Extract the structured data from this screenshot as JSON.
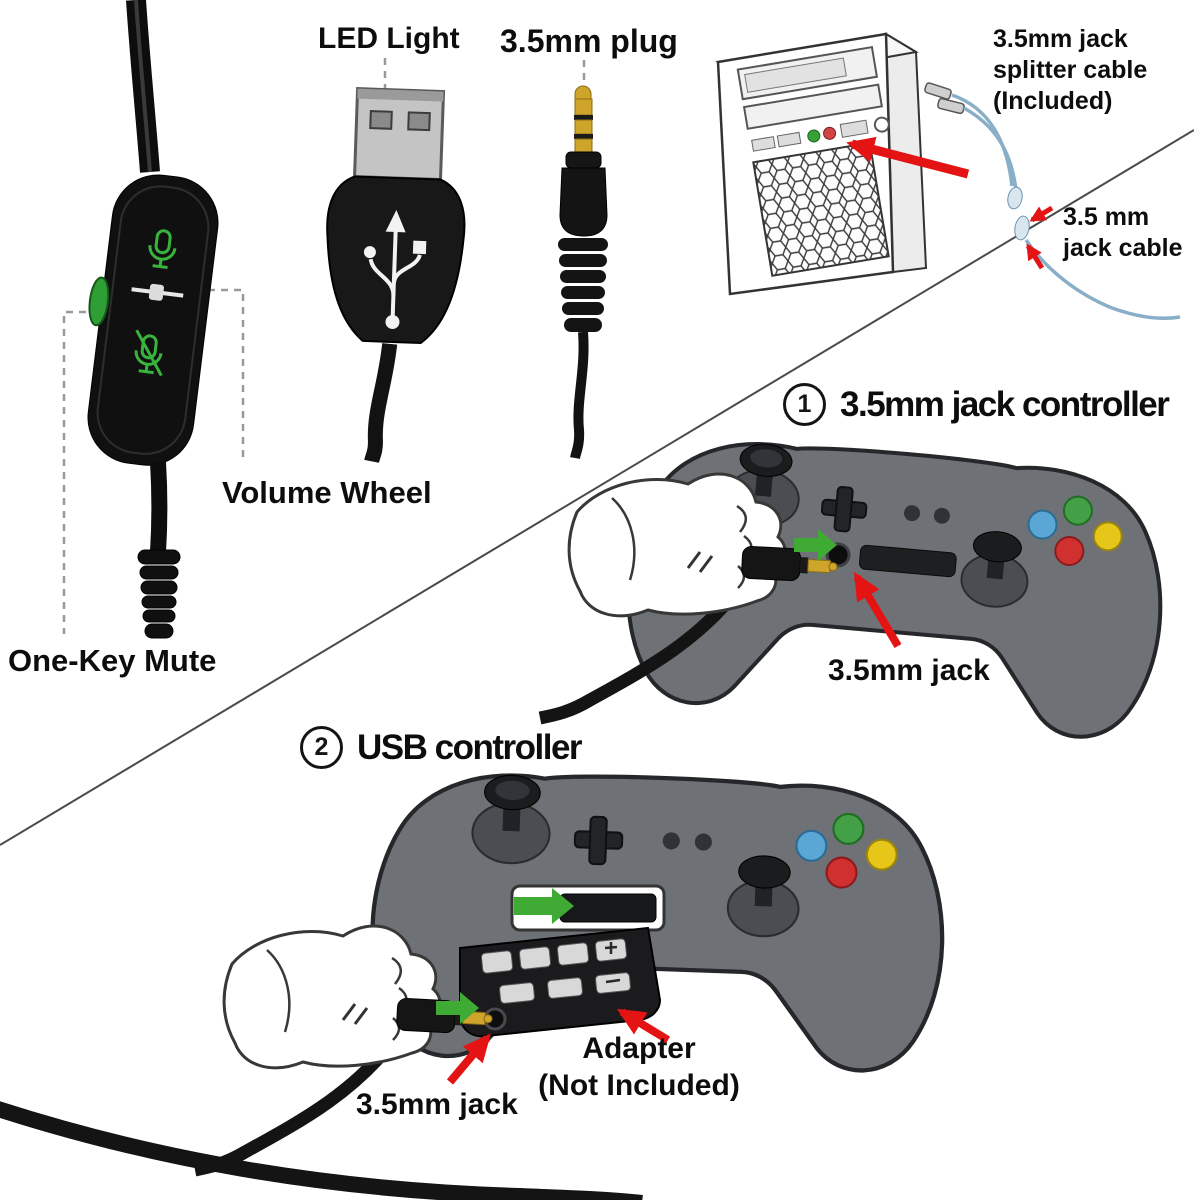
{
  "colors": {
    "arrow_red": "#e51414",
    "arrow_green": "#3faa34",
    "led_green": "#38b43c",
    "cable_blue": "#88aec8",
    "controller_gray": "#6e7277",
    "button_blue": "#5aa7d6",
    "button_green": "#43a047",
    "button_red": "#d03030",
    "button_yellow": "#e6c619"
  },
  "icons": {
    "microphone": "mic-icon",
    "microphone_muted": "mic-muted-icon",
    "usb_logo": "usb-trident-icon"
  },
  "headset_parts": {
    "led_light": "LED Light",
    "plug_35mm": "3.5mm plug",
    "volume_wheel": "Volume Wheel",
    "one_key_mute": "One-Key Mute"
  },
  "pc_connection": {
    "splitter_cable_lines": [
      "3.5mm jack",
      "splitter cable",
      "(Included)"
    ],
    "jack_cable_lines": [
      "3.5 mm",
      "jack cable"
    ]
  },
  "section1": {
    "number": "1",
    "title": "3.5mm jack controller",
    "jack_label": "3.5mm jack"
  },
  "section2": {
    "number": "2",
    "title": "USB controller",
    "jack_label": "3.5mm jack",
    "adapter_lines": [
      "Adapter",
      "(Not Included)"
    ]
  }
}
